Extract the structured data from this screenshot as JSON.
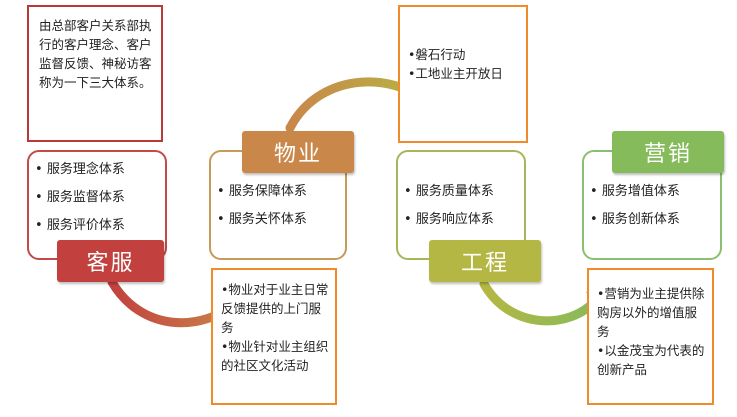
{
  "top_left_note": "由总部客户关系部执行的客户理念、客户监督反馈、神秘访客称为一下三大体系。",
  "kefu": {
    "title": "客服",
    "items": [
      "服务理念体系",
      "服务监督体系",
      "服务评价体系"
    ]
  },
  "wuye": {
    "title": "物业",
    "items": [
      "服务保障体系",
      "服务关怀体系"
    ],
    "note_items": [
      "物业对于业主日常反馈提供的上门服务",
      "物业针对业主组织的社区文化活动"
    ]
  },
  "gongcheng": {
    "title": "工程",
    "items": [
      "服务质量体系",
      "服务响应体系"
    ],
    "note_items": [
      "磐石行动",
      "工地业主开放日"
    ]
  },
  "yingxiao": {
    "title": "营销",
    "items": [
      "服务增值体系",
      "服务创新体系"
    ],
    "note_items": [
      "营销为业主提供除购房以外的增值服务",
      "以金茂宝为代表的创新产品"
    ]
  },
  "colors": {
    "kefu": "#c2413f",
    "wuye": "#c9874a",
    "gongcheng": "#b4b743",
    "yingxiao": "#86bb5b",
    "note_red": "#b73a38",
    "note_orange": "#f08a2b"
  }
}
